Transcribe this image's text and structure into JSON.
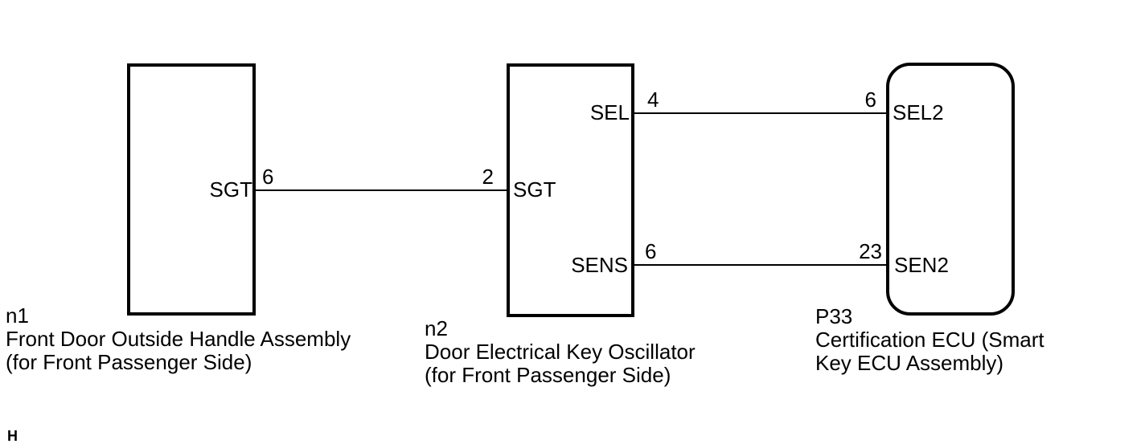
{
  "colors": {
    "background": "#ffffff",
    "line": "#000000",
    "text": "#000000"
  },
  "diagram": {
    "components": [
      {
        "code": "n1",
        "name_line1": "Front Door Outside Handle Assembly",
        "name_line2": "(for Front Passenger Side)",
        "shape": "rectangle",
        "pins": [
          {
            "label": "SGT",
            "number": "6"
          }
        ]
      },
      {
        "code": "n2",
        "name_line1": "Door Electrical Key Oscillator",
        "name_line2": "(for Front Passenger Side)",
        "shape": "rectangle",
        "pins": [
          {
            "label": "SEL",
            "number": "4"
          },
          {
            "label": "SGT",
            "number": "2"
          },
          {
            "label": "SENS",
            "number": "6"
          }
        ]
      },
      {
        "code": "P33",
        "name_line1": "Certification ECU (Smart",
        "name_line2": "Key ECU Assembly)",
        "shape": "rounded-rectangle",
        "pins": [
          {
            "label": "SEL2",
            "number": "6"
          },
          {
            "label": "SEN2",
            "number": "23"
          }
        ]
      }
    ],
    "connections": [
      {
        "from_component": "n1",
        "from_pin": "SGT",
        "to_component": "n2",
        "to_pin": "SGT"
      },
      {
        "from_component": "n2",
        "from_pin": "SEL",
        "to_component": "P33",
        "to_pin": "SEL2"
      },
      {
        "from_component": "n2",
        "from_pin": "SENS",
        "to_component": "P33",
        "to_pin": "SEN2"
      }
    ],
    "footer_mark": "H"
  }
}
